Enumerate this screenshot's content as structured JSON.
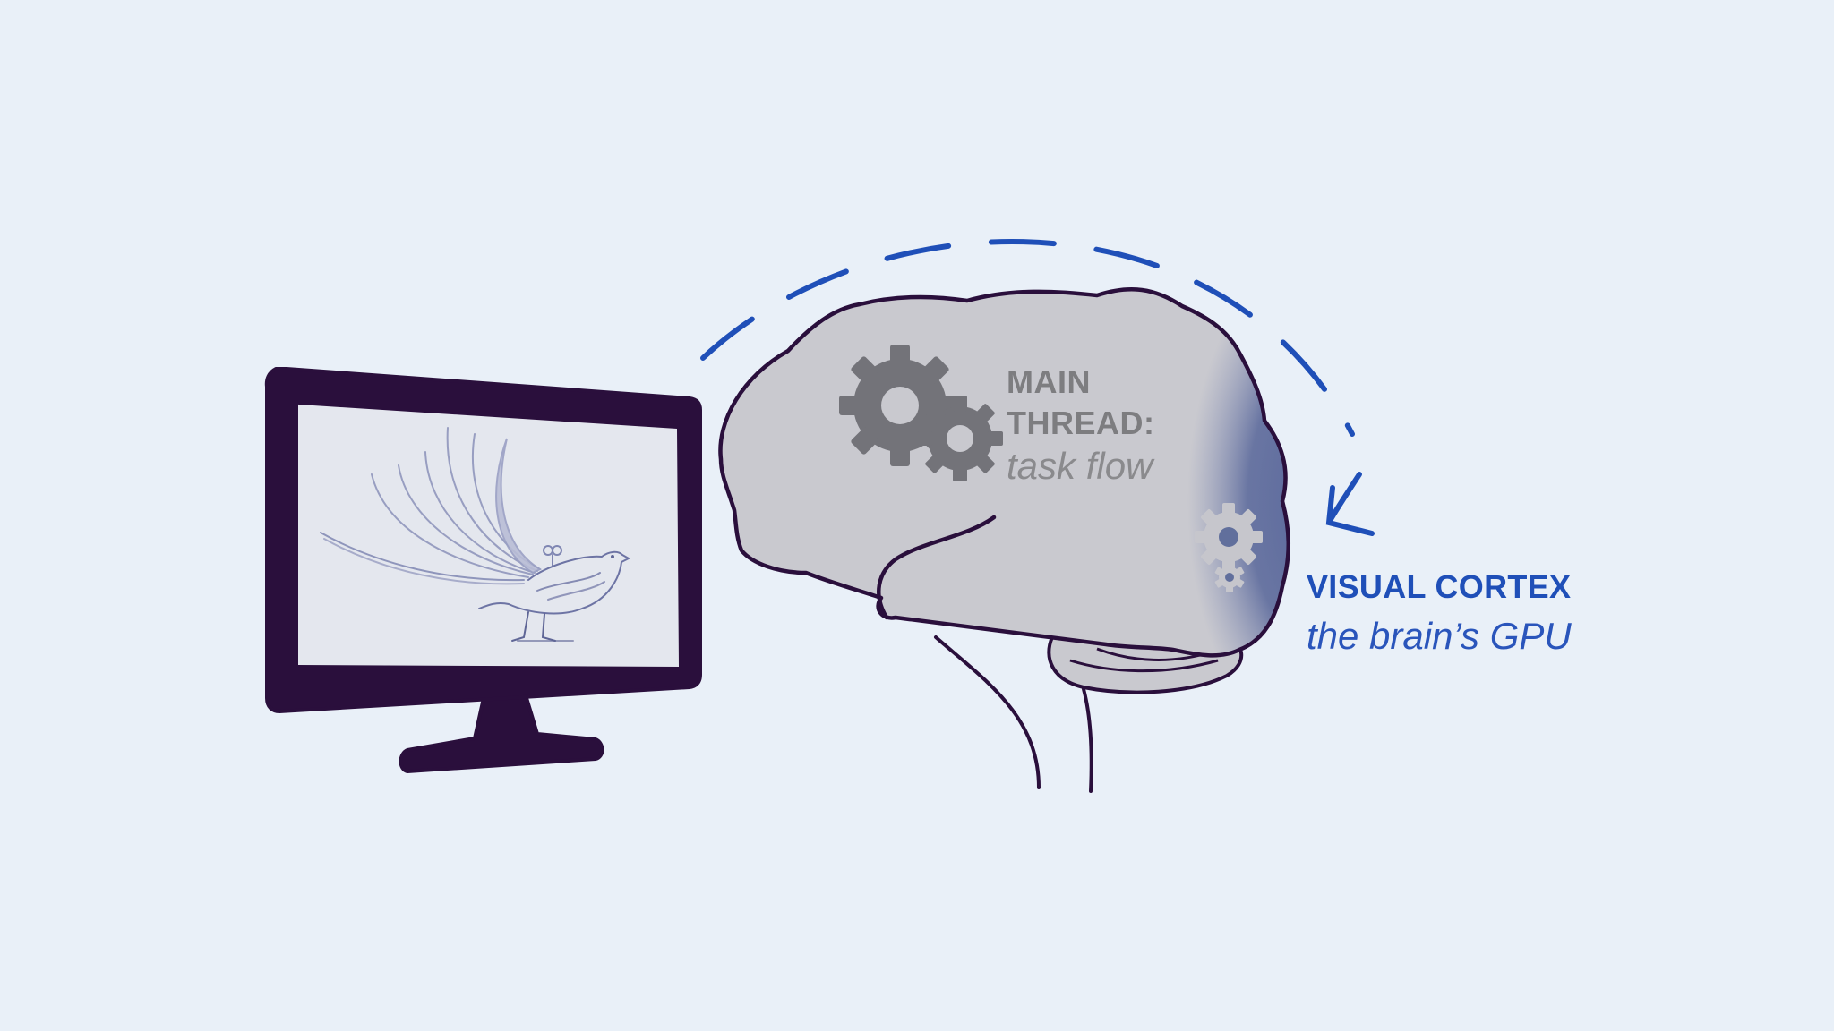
{
  "colors": {
    "background": "#e9f0f8",
    "outline": "#2a0f3c",
    "brain_fill": "#c9c9cf",
    "cortex_fill": "#616f9c",
    "gear_dark": "#737379",
    "gear_light": "#c6c6cc",
    "accent_blue": "#1f4fb8",
    "screen_fill": "#e4e7ee",
    "bird_sketch": "#7f86b2"
  },
  "icons": [
    "monitor-icon",
    "bird-sketch",
    "brain-illustration",
    "gear-icon",
    "dashed-arc-arrow"
  ],
  "main_thread": {
    "title_line1": "MAIN",
    "title_line2": "THREAD:",
    "subtitle": "task flow"
  },
  "visual_cortex": {
    "title": "VISUAL CORTEX",
    "subtitle": "the brain’s GPU"
  }
}
